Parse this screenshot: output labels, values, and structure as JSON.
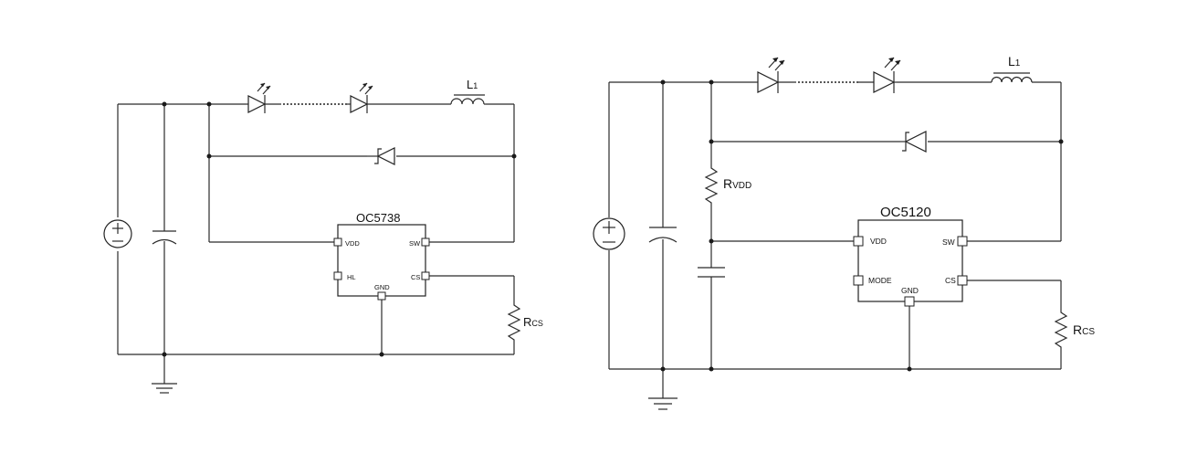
{
  "left": {
    "chip_name": "OC5738",
    "pins": {
      "vdd": "VDD",
      "hl": "HL",
      "gnd": "GND",
      "sw": "SW",
      "cs": "CS"
    },
    "inductor_main": "L",
    "inductor_sub": "1",
    "resistor_main": "R",
    "resistor_sub": "CS"
  },
  "right": {
    "chip_name": "OC5120",
    "pins": {
      "vdd": "VDD",
      "mode": "MODE",
      "gnd": "GND",
      "sw": "SW",
      "cs": "CS"
    },
    "inductor_main": "L",
    "inductor_sub": "1",
    "resistor_main": "R",
    "resistor_sub": "CS",
    "vdd_res_main": "R",
    "vdd_res_sub": "VDD"
  }
}
